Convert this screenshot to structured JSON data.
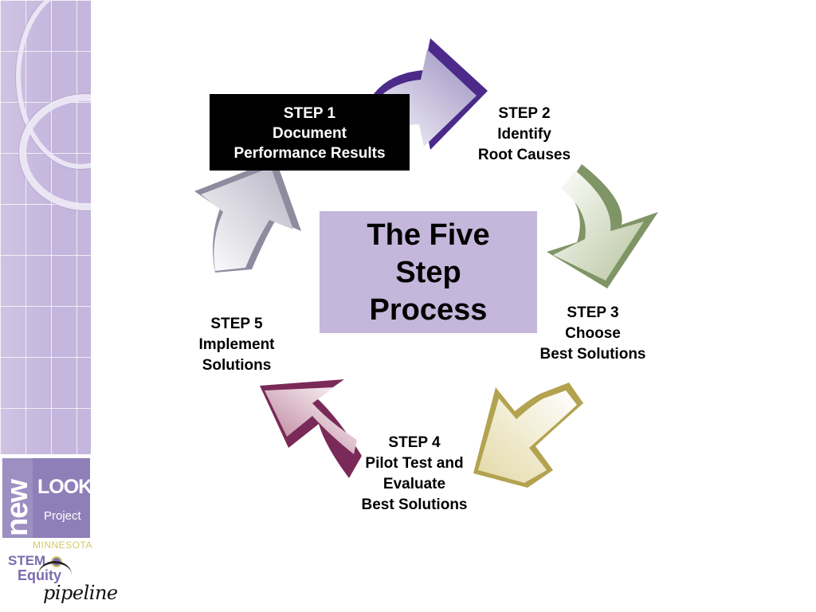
{
  "diagram": {
    "title_lines": [
      "The Five",
      "Step",
      "Process"
    ],
    "steps": [
      {
        "id": 1,
        "lines": [
          "STEP 1",
          "Document",
          "Performance Results"
        ]
      },
      {
        "id": 2,
        "lines": [
          "STEP 2",
          "Identify",
          "Root Causes"
        ]
      },
      {
        "id": 3,
        "lines": [
          "STEP 3",
          "Choose",
          "Best Solutions"
        ]
      },
      {
        "id": 4,
        "lines": [
          "STEP 4",
          "Pilot Test and",
          "Evaluate",
          "Best Solutions"
        ]
      },
      {
        "id": 5,
        "lines": [
          "STEP 5",
          "Implement",
          "Solutions"
        ]
      }
    ],
    "arrow_colors": {
      "step1_to_2": "#4b2a8a",
      "step2_to_3": "#8a9d6e",
      "step3_to_4": "#b9aa5c",
      "step4_to_5": "#7d2b5a",
      "step5_to_1": "#8f8a9e"
    },
    "center_color": "#c4b7db"
  },
  "branding": {
    "logo_new": "new",
    "logo_look": "LOOK",
    "logo_project": "Project",
    "logo_state": "MINNESOTA",
    "stem_line1": "STEM",
    "stem_line2": "Equity",
    "stem_line3": "pipeline"
  }
}
